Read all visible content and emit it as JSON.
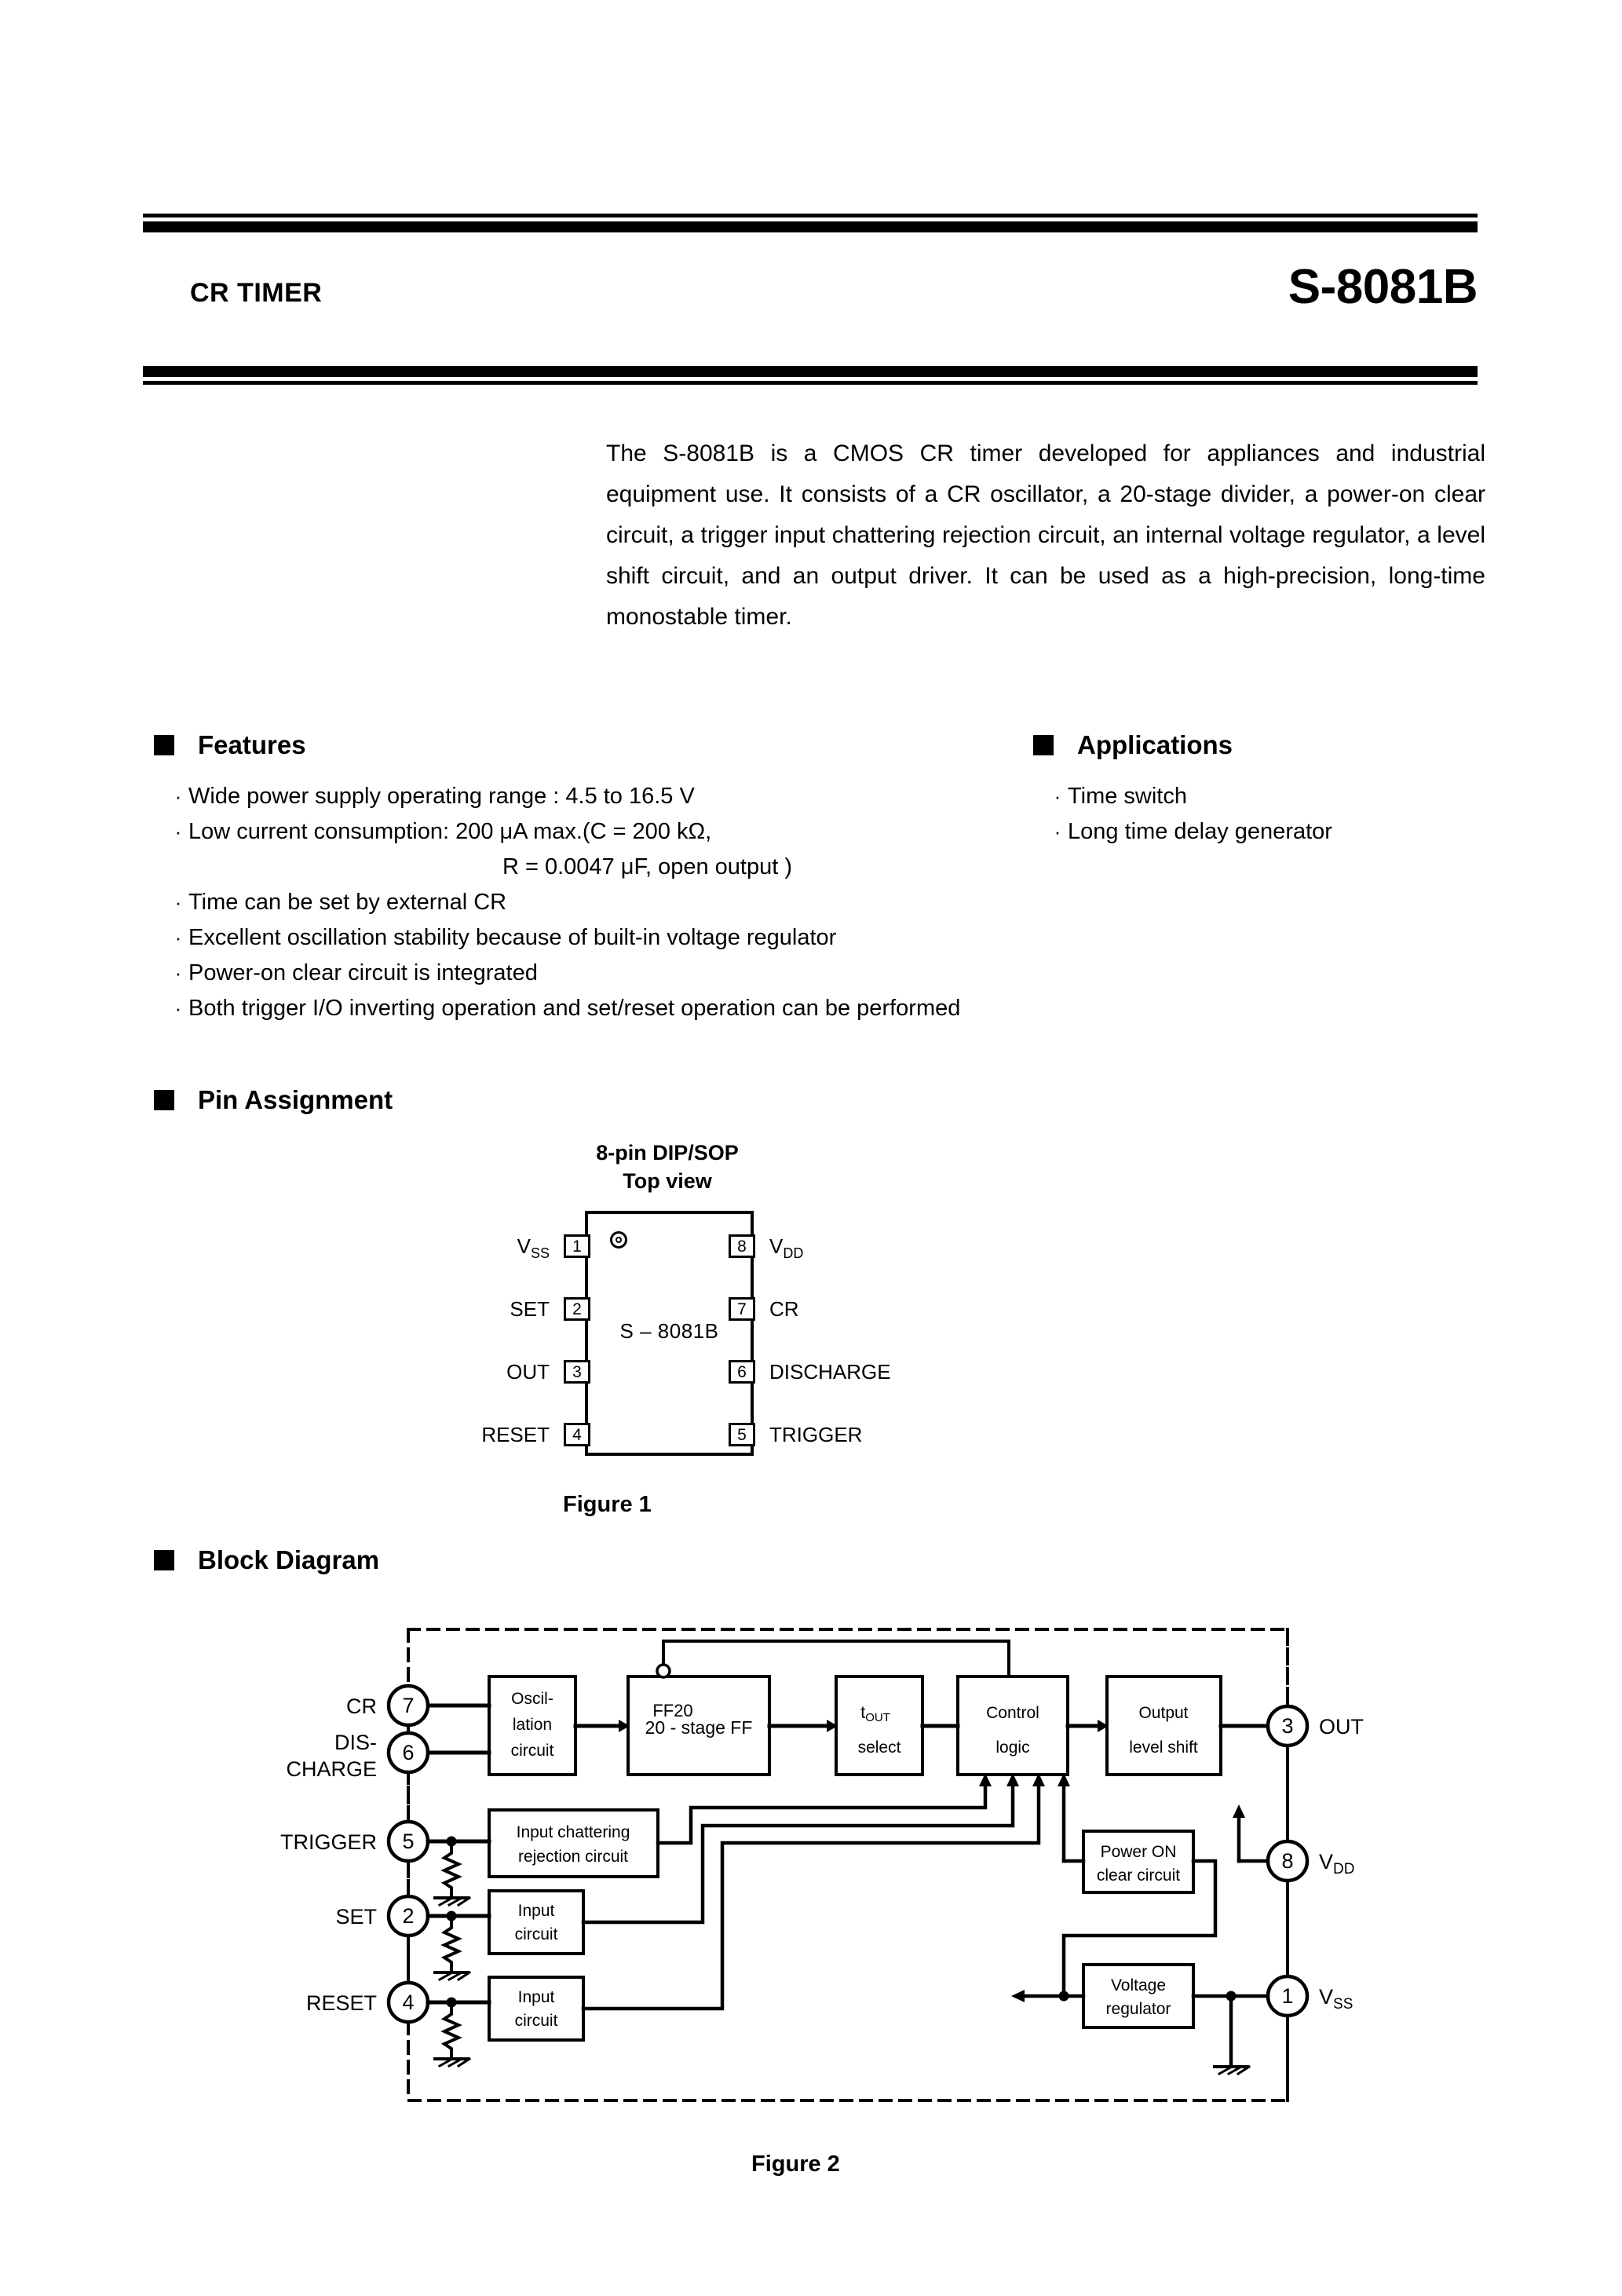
{
  "header": {
    "title": "CR TIMER",
    "part_number": "S-8081B"
  },
  "intro": "The S-8081B is a CMOS CR timer developed for appliances and industrial equipment use. It consists of a CR oscillator, a 20-stage divider, a power-on clear circuit, a trigger input chattering rejection circuit, an internal voltage regulator, a level shift circuit, and an output driver. It can be used as a high-precision, long-time monostable timer.",
  "sections": {
    "features": "Features",
    "applications": "Applications",
    "pin_assignment": "Pin Assignment",
    "block_diagram": "Block Diagram"
  },
  "features": [
    "Wide power supply operating range : 4.5 to 16.5 V",
    "Low current consumption:  200 μA max.(C = 200 kΩ,",
    "R = 0.0047 μF, open output )",
    "Time can be set by external CR",
    "Excellent oscillation stability because of built-in voltage regulator",
    "Power-on clear circuit is integrated",
    "Both trigger I/O inverting operation and set/reset operation  can be performed"
  ],
  "applications": [
    "Time switch",
    "Long time delay generator"
  ],
  "figure1": {
    "title_line1": "8-pin DIP/SOP",
    "title_line2": "Top view",
    "part_marking": "S – 8081B",
    "caption": "Figure 1",
    "left_pins": [
      {
        "num": "1",
        "label": "V",
        "sub": "SS"
      },
      {
        "num": "2",
        "label": "SET",
        "sub": ""
      },
      {
        "num": "3",
        "label": "OUT",
        "sub": ""
      },
      {
        "num": "4",
        "label": "RESET",
        "sub": ""
      }
    ],
    "right_pins": [
      {
        "num": "8",
        "label": "V",
        "sub": "DD"
      },
      {
        "num": "7",
        "label": "CR",
        "sub": ""
      },
      {
        "num": "6",
        "label": "DISCHARGE",
        "sub": ""
      },
      {
        "num": "5",
        "label": "TRIGGER",
        "sub": ""
      }
    ]
  },
  "figure2": {
    "caption": "Figure 2",
    "blocks": [
      {
        "id": "oscillation",
        "lines": [
          "Oscil-",
          "lation",
          "circuit"
        ]
      },
      {
        "id": "divider",
        "lines": [
          "20 - stage FF"
        ]
      },
      {
        "id": "tout-select",
        "lines": [
          "t",
          "select"
        ]
      },
      {
        "id": "control-logic",
        "lines": [
          "Control",
          "logic"
        ]
      },
      {
        "id": "output-level-shift",
        "lines": [
          "Output",
          "level shift"
        ]
      },
      {
        "id": "input-chattering",
        "lines": [
          "Input chattering",
          "rejection circuit"
        ]
      },
      {
        "id": "input-circuit-set",
        "lines": [
          "Input",
          "circuit"
        ]
      },
      {
        "id": "input-circuit-reset",
        "lines": [
          "Input",
          "circuit"
        ]
      },
      {
        "id": "power-on-clear",
        "lines": [
          "Power ON",
          "clear circuit"
        ]
      },
      {
        "id": "voltage-regulator",
        "lines": [
          "Voltage",
          "regulator"
        ]
      }
    ],
    "labels": {
      "osc1": "Oscil-",
      "osc2": "lation",
      "osc3": "circuit",
      "divider": "20 - stage FF",
      "ff20": "FF20",
      "tout_t": "t",
      "tout_sub": "OUT",
      "tout_select": "select",
      "control1": "Control",
      "control2": "logic",
      "outshift1": "Output",
      "outshift2": "level shift",
      "chatter1": "Input chattering",
      "chatter2": "rejection circuit",
      "input1": "Input",
      "input2": "circuit",
      "poc1": "Power ON",
      "poc2": "clear circuit",
      "vreg1": "Voltage",
      "vreg2": "regulator"
    },
    "pins": [
      {
        "num": "7",
        "name": "CR"
      },
      {
        "num": "6",
        "name_line1": "DIS-",
        "name_line2": "CHARGE"
      },
      {
        "num": "5",
        "name": "TRIGGER"
      },
      {
        "num": "2",
        "name": "SET"
      },
      {
        "num": "4",
        "name": "RESET"
      },
      {
        "num": "3",
        "name": "OUT"
      },
      {
        "num": "8",
        "name": "V",
        "sub": "DD"
      },
      {
        "num": "1",
        "name": "V",
        "sub": "SS"
      }
    ]
  },
  "colors": {
    "ink": "#000000",
    "paper": "#ffffff"
  }
}
